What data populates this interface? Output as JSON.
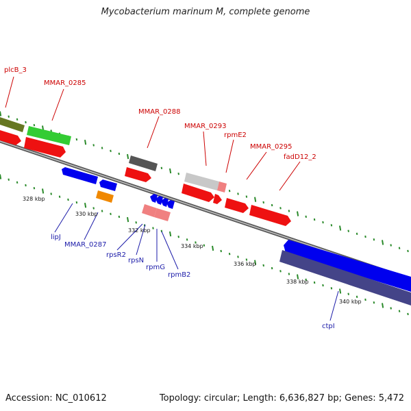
{
  "header": {
    "title": "Mycobacterium marinum M, complete genome"
  },
  "footer": {
    "accession": "Accession: NC_010612",
    "topology": "Topology: circular; Length: 6,636,827 bp; Genes: 5,472"
  },
  "ruler_labels": [
    "328 kbp",
    "330 kbp",
    "332 kbp",
    "334 kbp",
    "336 kbp",
    "338 kbp",
    "340 kbp"
  ],
  "gene_labels_forward": [
    "plcB_3",
    "MMAR_0285",
    "MMAR_0288",
    "MMAR_0293",
    "rpmE2",
    "MMAR_0295",
    "fadD12_2"
  ],
  "gene_labels_reverse": [
    "lipJ",
    "MMAR_0287",
    "rpsR2",
    "rpsN",
    "rpmG",
    "rpmB2",
    "ctpI"
  ],
  "colors": {
    "cds_red": "#ee1111",
    "green": "#33cc33",
    "olive": "#667722",
    "dark_gray": "#555555",
    "light_gray": "#c8c8c8",
    "pink": "#f08080",
    "blue": "#0000ee",
    "navy": "#444488",
    "orange": "#f08800",
    "tick_green": "#2a8a2a",
    "label_red": "#cc0000",
    "label_blue": "#1a1aa8"
  }
}
